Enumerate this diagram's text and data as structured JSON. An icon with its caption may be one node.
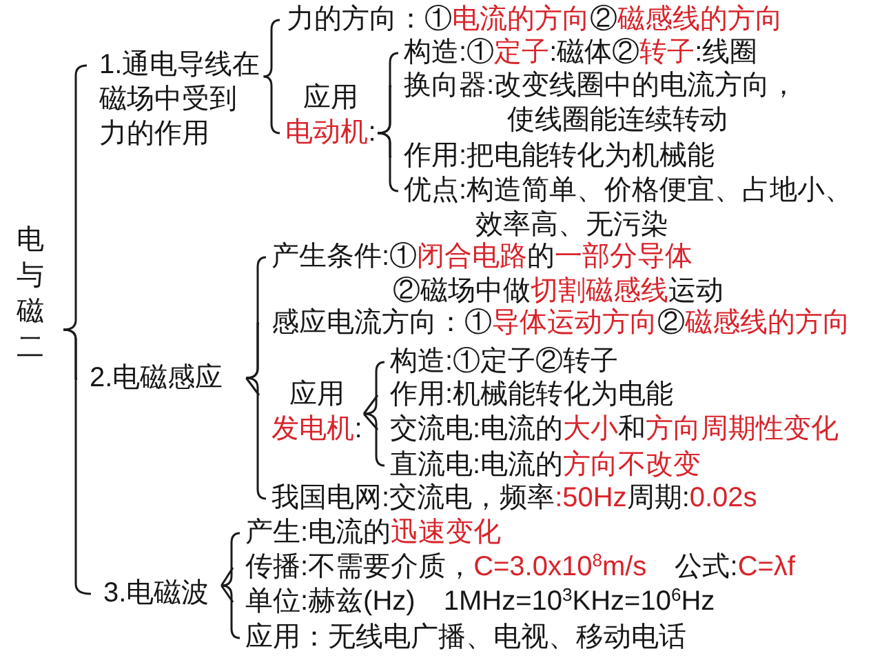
{
  "diagram": {
    "nodes": [
      {
        "text": [
          "电与磁二"
        ]
      },
      {
        "text": [
          "1.通电导线在磁场中受到力的作用"
        ]
      },
      {
        "text": [
          "力的方向：①电流的方向②磁感线的方向"
        ]
      },
      {
        "text": [
          "应用",
          "电动机:"
        ]
      },
      {
        "text": [
          "构造:①定子:磁体②转子:线圈"
        ]
      },
      {
        "text": [
          "换向器:改变线圈中的电流方向，使线圈能连续转动"
        ]
      },
      {
        "text": [
          "作用:把电能转化为机械能"
        ]
      },
      {
        "text": [
          "优点:构造简单、价格便宜、占地小、效率高、无污染"
        ]
      },
      {
        "text": [
          "2.电磁感应"
        ]
      },
      {
        "text": [
          "产生条件:①闭合电路的一部分导体",
          "②磁场中做切割磁感线运动"
        ]
      },
      {
        "text": [
          "感应电流方向：①导体运动方向②磁感线的方向"
        ]
      },
      {
        "text": [
          "应用",
          "发电机:"
        ]
      },
      {
        "text": [
          "构造:①定子②转子"
        ]
      },
      {
        "text": [
          "作用:机械能转化为电能"
        ]
      },
      {
        "text": [
          "交流电:电流的大小和方向周期性变化"
        ]
      },
      {
        "text": [
          "直流电:电流的方向不改变"
        ]
      },
      {
        "text": [
          "我国电网:交流电，频率:50Hz周期:0.02s"
        ]
      },
      {
        "text": [
          "3.电磁波"
        ]
      },
      {
        "text": [
          "产生:电流的迅速变化"
        ]
      },
      {
        "text": [
          "传播:不需要介质，C=3.0x10$^{8}$m/s 公式:C=λf"
        ]
      },
      {
        "text": [
          "单位:赫兹(Hz) 1MHz=10$^{3}$KHz=10$^{6}$Hz"
        ]
      },
      {
        "text": [
          "应用：无线电广播、电视、移动电话"
        ]
      }
    ],
    "edges": [
      {
        "from": 0,
        "to": 1,
        "arrow": "none"
      },
      {
        "from": 0,
        "to": 8,
        "arrow": "none"
      },
      {
        "from": 0,
        "to": 17,
        "arrow": "none"
      },
      {
        "from": 1,
        "to": 2,
        "arrow": "none"
      },
      {
        "from": 1,
        "to": 3,
        "arrow": "none"
      },
      {
        "from": 3,
        "to": 4,
        "arrow": "none"
      },
      {
        "from": 3,
        "to": 5,
        "arrow": "none"
      },
      {
        "from": 3,
        "to": 6,
        "arrow": "none"
      },
      {
        "from": 3,
        "to": 7,
        "arrow": "none"
      },
      {
        "from": 8,
        "to": 9,
        "arrow": "none"
      },
      {
        "from": 8,
        "to": 10,
        "arrow": "none"
      },
      {
        "from": 8,
        "to": 11,
        "arrow": "none"
      },
      {
        "from": 8,
        "to": 16,
        "arrow": "none"
      },
      {
        "from": 11,
        "to": 12,
        "arrow": "none"
      },
      {
        "from": 11,
        "to": 13,
        "arrow": "none"
      },
      {
        "from": 11,
        "to": 14,
        "arrow": "none"
      },
      {
        "from": 11,
        "to": 15,
        "arrow": "none"
      },
      {
        "from": 17,
        "to": 18,
        "arrow": "none"
      },
      {
        "from": 17,
        "to": 19,
        "arrow": "none"
      },
      {
        "from": 17,
        "to": 20,
        "arrow": "none"
      },
      {
        "from": 17,
        "to": 21,
        "arrow": "none"
      }
    ]
  }
}
